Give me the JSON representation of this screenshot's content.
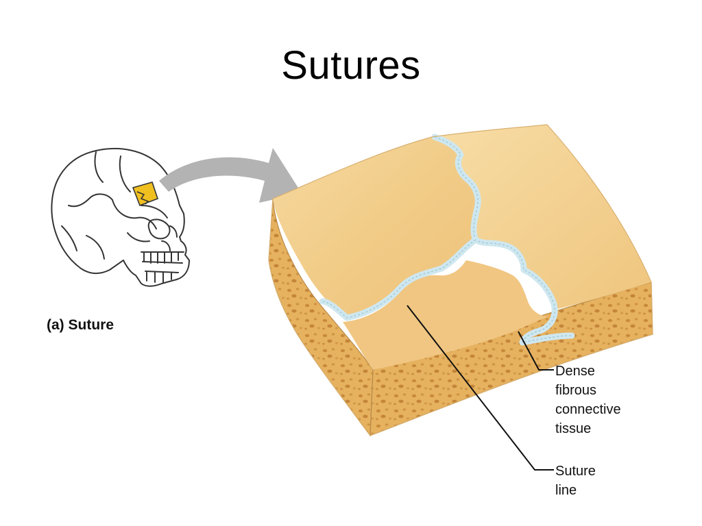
{
  "slide": {
    "title": "Sutures",
    "caption": "(a) Suture"
  },
  "labels": {
    "dense_tissue": [
      "Dense",
      "fibrous",
      "connective",
      "tissue"
    ],
    "suture_line": [
      "Suture",
      "line"
    ]
  },
  "colors": {
    "bone_surface": "#f2cf8e",
    "bone_light": "#f8dfa8",
    "spongy_bone": "#e5b05d",
    "connective_tissue": "#cfe7ef",
    "skull_highlight": "#f0c020",
    "arrow": "#b3b3b3"
  }
}
